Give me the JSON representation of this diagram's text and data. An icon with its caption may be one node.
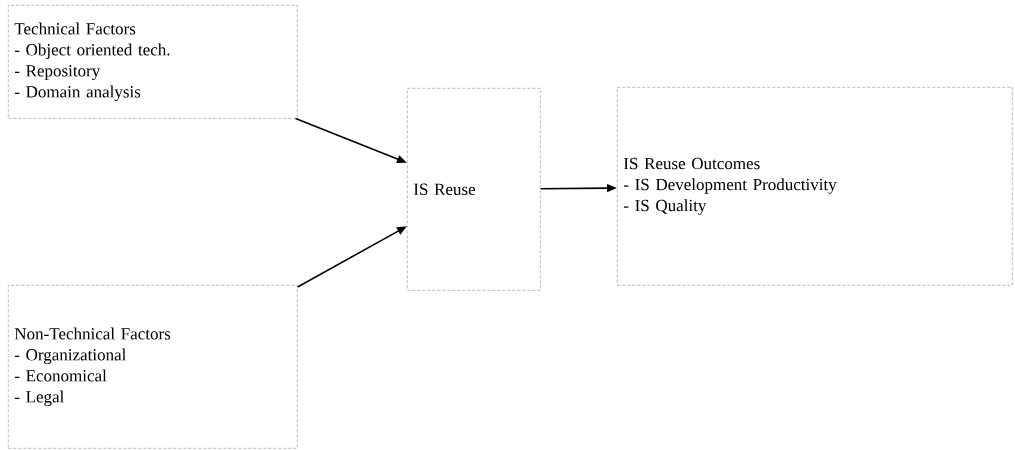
{
  "diagram": {
    "nodes": [
      {
        "text": [
          "Technical Factors",
          "- Object oriented tech.",
          "- Repository",
          "- Domain analysis"
        ]
      },
      {
        "text": [
          "IS Reuse"
        ]
      },
      {
        "text": [
          "IS Reuse Outcomes",
          "- IS Development Productivity",
          "- IS Quality"
        ]
      },
      {
        "text": [
          "Non-Technical Factors",
          "- Organizational",
          "- Economical",
          "- Legal"
        ]
      }
    ],
    "edges": [
      {
        "from": 0,
        "to": 1,
        "arrow": "to"
      },
      {
        "from": 3,
        "to": 1,
        "arrow": "to"
      },
      {
        "from": 1,
        "to": 2,
        "arrow": "to"
      }
    ]
  }
}
